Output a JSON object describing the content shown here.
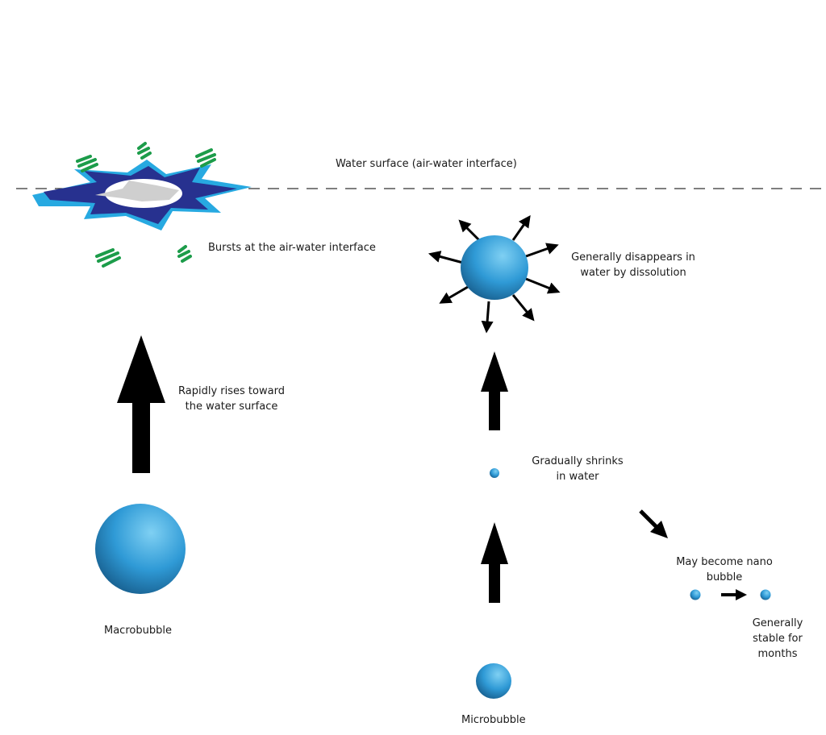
{
  "labels": {
    "water_surface": "Water surface (air-water interface)",
    "bursts": "Bursts at the air-water interface",
    "rises_line1": "Rapidly rises toward",
    "rises_line2": "the water surface",
    "macrobubble": "Macrobubble",
    "disappears_line1": "Generally disappears in",
    "disappears_line2": "water by dissolution",
    "shrinks_line1": "Gradually shrinks",
    "shrinks_line2": "in water",
    "nano_line1": "May become nano",
    "nano_line2": "bubble",
    "stable_line1": "Generally",
    "stable_line2": "stable for",
    "stable_line3": "months",
    "microbubble": "Microbubble"
  },
  "colors": {
    "bubble_light": "#6cc6ef",
    "bubble_mid": "#2f9ad6",
    "bubble_dark": "#175d8c",
    "burst_dark": "#27318f",
    "burst_light": "#27a9e1",
    "burst_center": "#cfcfcf",
    "splash_green": "#1c9c4a",
    "arrow": "#000000",
    "surface_line": "#333333"
  }
}
